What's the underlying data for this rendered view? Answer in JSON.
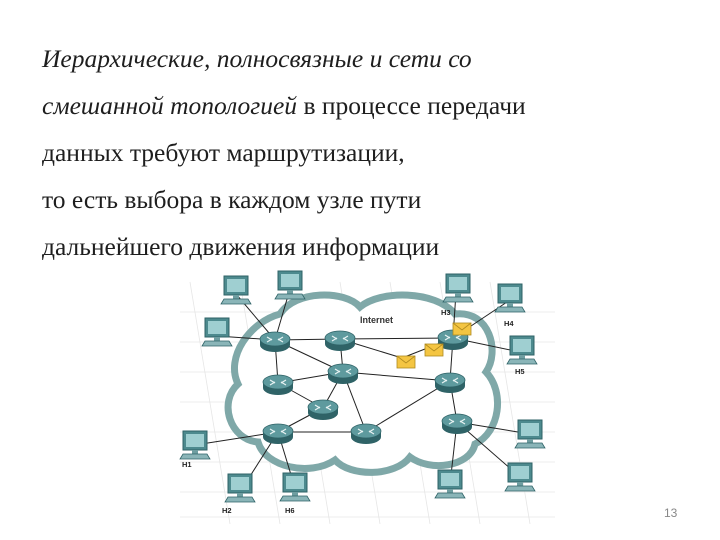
{
  "text": {
    "line1_italic": "Иерархические, полносвязные и сети со",
    "line2_italic": "смешанной топологией",
    "line2_rest": " в процессе передачи",
    "line3": "данных требуют маршрутизации,",
    "line4": "то есть выбора в каждом узле пути",
    "line5": "дальнейшего движения информации"
  },
  "diagram": {
    "cloud_label": "Internet",
    "host_labels": {
      "h1": "H1",
      "h2": "H2",
      "h3": "H3",
      "h4": "H4",
      "h5": "H5",
      "h6": "H6"
    }
  },
  "slide_number": "13",
  "colors": {
    "text": "#1e1e1e",
    "cloud_fill": "#ffffff",
    "cloud_outline": "#7fa8a8",
    "router": "#3f7c80",
    "monitor": "#4d8a8e",
    "envelope": "#f4c542"
  }
}
